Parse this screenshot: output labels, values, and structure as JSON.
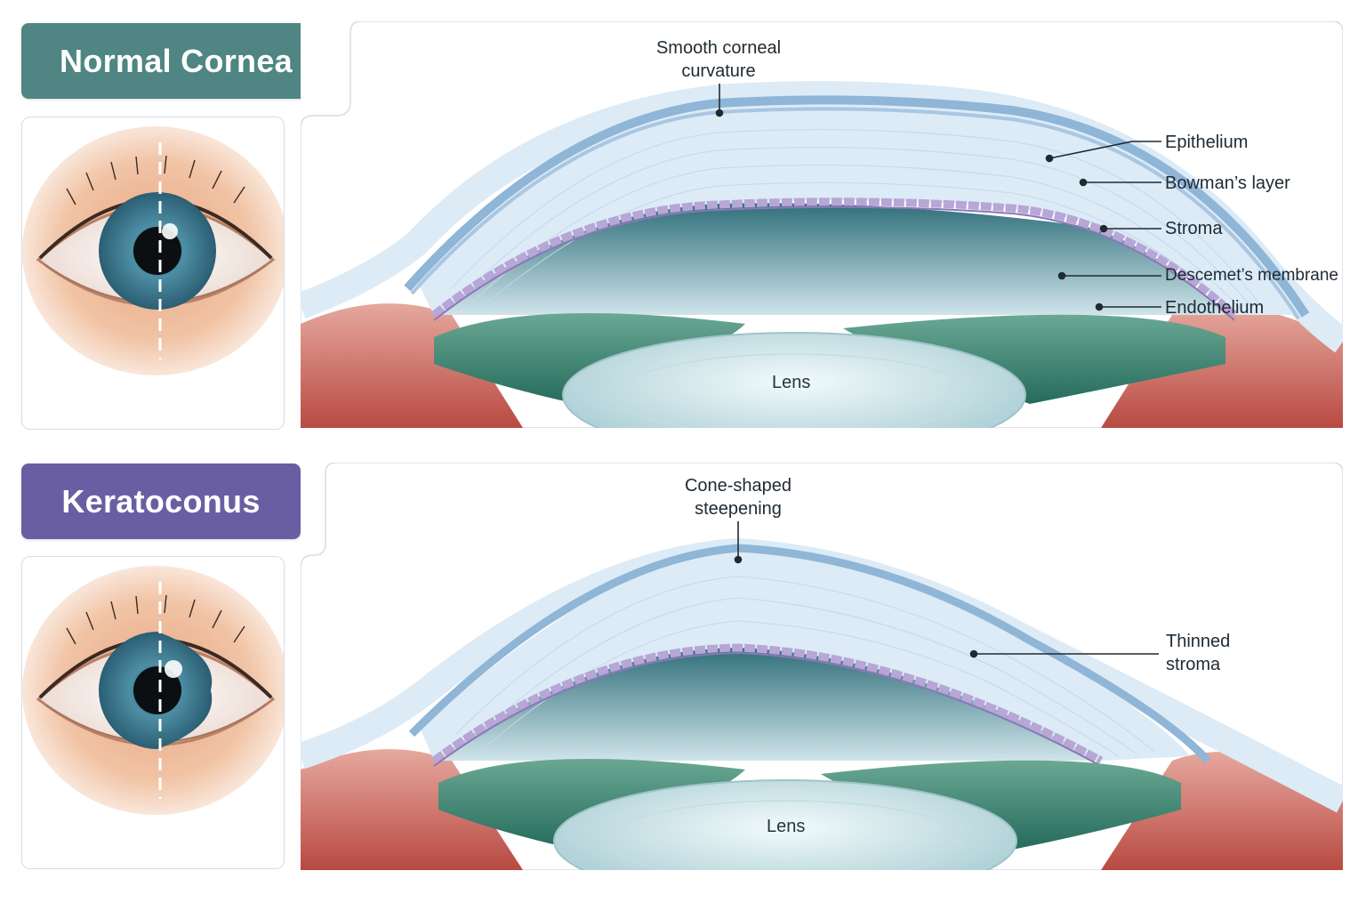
{
  "normal": {
    "title": "Normal Cornea",
    "top_label_line1": "Smooth corneal",
    "top_label_line2": "curvature",
    "layers": [
      "Epithelium",
      "Bowman’s layer",
      "Stroma",
      "Descemet’s membrane",
      "Endothelium"
    ],
    "lens_label": "Lens"
  },
  "keratoconus": {
    "title": "Keratoconus",
    "top_label_line1": "Cone-shaped",
    "top_label_line2": "steepening",
    "side_label_line1": "Thinned",
    "side_label_line2": "stroma",
    "lens_label": "Lens"
  },
  "colors": {
    "normal_badge": "#4f8582",
    "keratoconus_badge": "#6a5ea3",
    "cornea": "#bcd6ea",
    "stroma": "#dcebf6",
    "endothelium": "#b7a6d6",
    "iris": "#3f8a78",
    "sclera_tissue": "#d98b80",
    "lens": "#cfe6ea",
    "iris_eye": "#4a8aa0"
  }
}
